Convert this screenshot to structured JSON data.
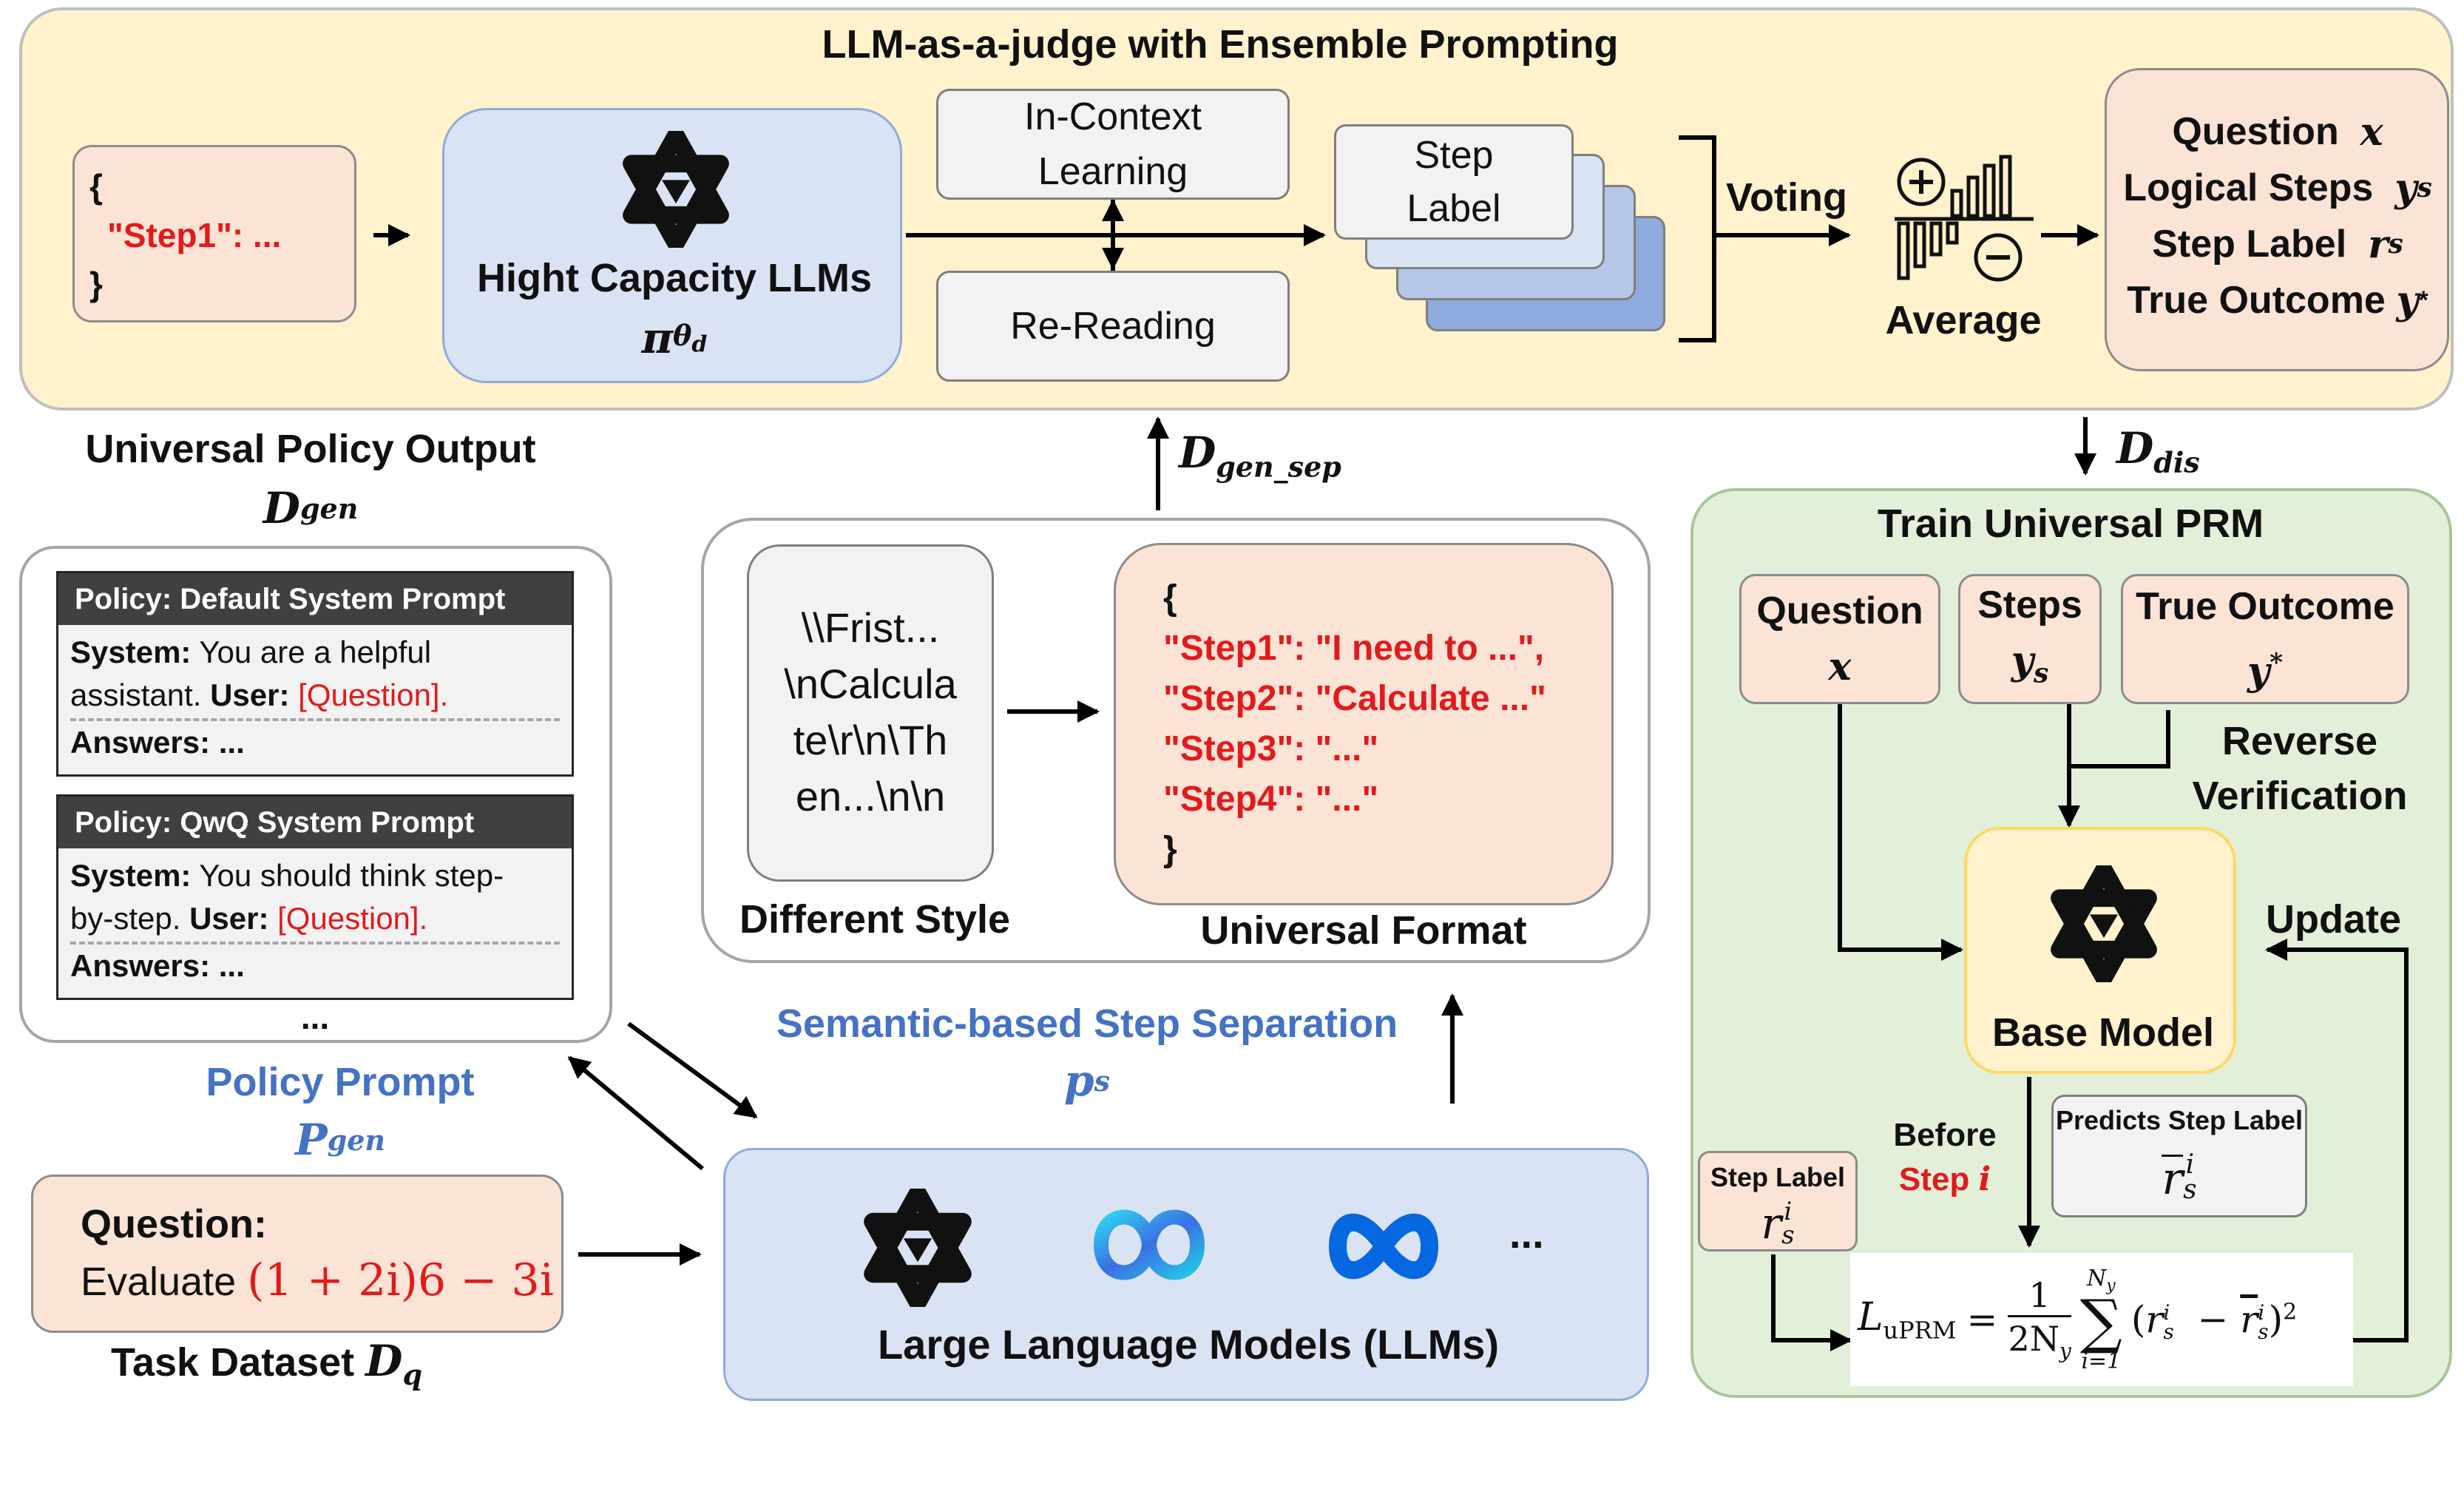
{
  "judge": {
    "title": "LLM-as-a-judge with Ensemble Prompting",
    "json_open": "{",
    "json_step": "\"Step1\": ...",
    "json_close": "}",
    "llm_label": "Hight Capacity LLMs",
    "llm_symbol": "π",
    "llm_symbol_sub": "θ",
    "llm_symbol_subsub": "d",
    "icl_line1": "In-Context",
    "icl_line2": "Learning",
    "reread": "Re-Reading",
    "step_label_line1": "Step",
    "step_label_line2": "Label",
    "voting": "Voting",
    "average": "Average",
    "plus_sign": "+",
    "minus_sign": "−",
    "outputs": [
      {
        "label": "Question",
        "sym": "x",
        "sub": "",
        "sup": ""
      },
      {
        "label": "Logical Steps",
        "sym": "y",
        "sub": "s",
        "sup": ""
      },
      {
        "label": "Step Label",
        "sym": "r",
        "sub": "s",
        "sup": ""
      },
      {
        "label": "True Outcome",
        "sym": "y",
        "sub": "",
        "sup": "*"
      }
    ]
  },
  "dataset_labels": {
    "d_gen_sep": "D",
    "d_gen_sep_sub": "gen_sep",
    "d_dis": "D",
    "d_dis_sub": "dis"
  },
  "policy": {
    "title": "Universal Policy Output",
    "d_gen": "D",
    "d_gen_sub": "gen",
    "cards": [
      {
        "header": "Policy: Default System Prompt",
        "sys_label": "System:",
        "sys_text": "  You are a helpful",
        "line2": "assistant. ",
        "user_label": "User:",
        "question": " [Question].",
        "answers": "Answers: ..."
      },
      {
        "header": "Policy: QwQ System Prompt",
        "sys_label": "System:",
        "sys_text": " You should think step-",
        "line2": "by-step. ",
        "user_label": "User:",
        "question": " [Question].",
        "answers": "Answers: ..."
      }
    ],
    "ellipsis": "...",
    "prompt_label": "Policy Prompt",
    "p_gen": "P",
    "p_gen_sub": "gen"
  },
  "task": {
    "question_label": "Question:",
    "evaluate": "Evaluate ",
    "expr": "(1 + 2i)6 − 3i",
    "dataset_label": "Task Dataset ",
    "d_q": "D",
    "d_q_sub": "q"
  },
  "separation": {
    "raw_lines": [
      "\\\\Frist...",
      "\\nCalcula",
      "te\\r\\n\\Th",
      "en...\\n\\n"
    ],
    "different_style": "Different Style",
    "format_open": "{",
    "format_steps": [
      "\"Step1\": \"I need to ...\",",
      "\"Step2\": \"Calculate ...\"",
      "\"Step3\": \"...\"",
      "\"Step4\": \"...\""
    ],
    "format_close": "}",
    "universal_format": "Universal Format",
    "method_label": "Semantic-based Step Separation",
    "p_s": "p",
    "p_s_sub": "s"
  },
  "llms": {
    "label": "Large Language Models (LLMs)",
    "ellipsis": "..."
  },
  "prm": {
    "title": "Train Universal PRM",
    "question": "Question",
    "question_sym": "x",
    "steps": "Steps",
    "steps_sym": "y",
    "steps_sub": "s",
    "outcome": "True Outcome",
    "outcome_sym": "y",
    "outcome_sup": "*",
    "reverse_line1": "Reverse",
    "reverse_line2": "Verification",
    "base_model": "Base Model",
    "update": "Update",
    "before": "Before",
    "step_i_word": "Step ",
    "step_i_sym": "i",
    "predicts": "Predicts Step Label",
    "step_label": "Step Label",
    "loss_lhs": "L",
    "loss_lhs_sub": "uPRM",
    "loss_frac_num": "1",
    "loss_frac_den": "2N",
    "loss_frac_den_sub": "y",
    "loss_sum_top": "N",
    "loss_sum_top_sub": "y",
    "loss_sum_bottom": "i=1"
  },
  "colors": {
    "judge_bg": "#fff2cc",
    "judge_border": "#bfbfbf",
    "llm_blue": "#dae3f3",
    "llm_border": "#8faadc",
    "pink": "#fbe3d6",
    "prm_bg": "#e2efd9",
    "prm_border": "#a9c79a",
    "base_yellow": "#fff2cc",
    "base_border": "#ffd966",
    "red": "#e31a1c",
    "accent_blue": "#4472c4",
    "meta_blue": "#0668e1",
    "step_card_1": "#f2f2f2",
    "step_card_2": "#dae3f3",
    "step_card_3": "#b4c7e7",
    "step_card_4": "#8faadc"
  },
  "icons": [
    "qwen-logo-icon",
    "qwen-logo-icon",
    "qwen-logo-icon",
    "qwen-logo-icon",
    "infinity-ribbon-icon",
    "meta-logo-icon",
    "plus-circle-icon",
    "minus-circle-icon",
    "bar-chart-icon"
  ]
}
